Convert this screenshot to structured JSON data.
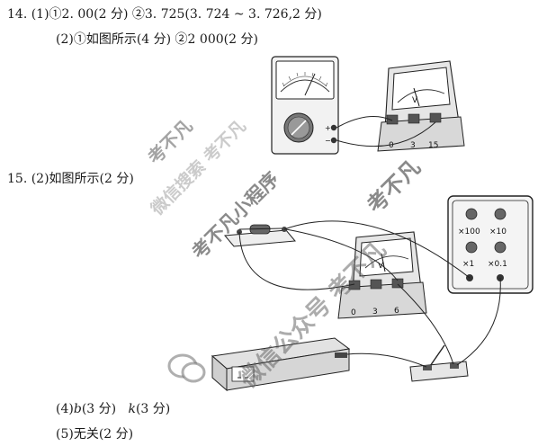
{
  "q14": {
    "line1": "14. (1)①2. 00(2 分)   ②3. 725(3. 724 ~ 3. 726,2 分)",
    "line2": "(2)①如图所示(4 分)   ②2 000(2 分)"
  },
  "q15": {
    "line1": "15. (2)如图所示(2 分)",
    "part4_prefix": "(4)",
    "part4_var1": "b",
    "part4_mid": "(3 分)   ",
    "part4_var2": "k",
    "part4_suffix": "(3 分)",
    "line5": "(5)无关(2 分)"
  },
  "fig1": {
    "voltmeter_label": "V",
    "terminals": [
      "0",
      "3",
      "15"
    ],
    "multimeter_plus": "+",
    "multimeter_minus": "−"
  },
  "fig2": {
    "voltmeter_label": "V",
    "terminals": [
      "0",
      "3",
      "6"
    ],
    "box_labels": [
      "×100",
      "×10",
      "×1",
      "×0.1"
    ]
  },
  "watermarks": {
    "w1": "考不凡",
    "w2": "微信搜索 考不凡",
    "w3": "考不凡小程序",
    "w4": "考不凡",
    "w5": "微信公众号 考不凡"
  }
}
